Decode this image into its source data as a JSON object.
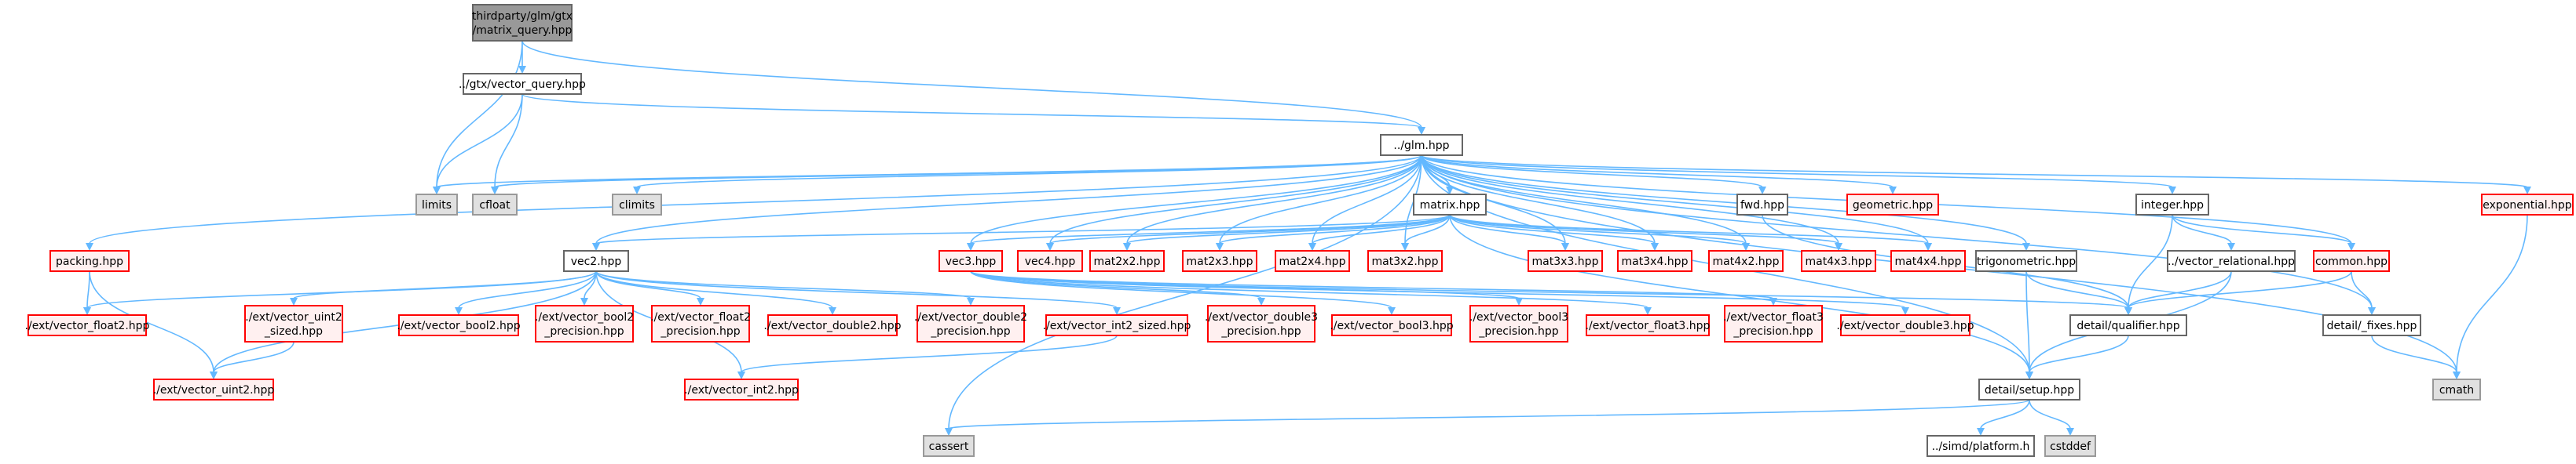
{
  "colors": {
    "edge": "#63b8ff",
    "root_fill": "#999999",
    "root_stroke": "#666666",
    "normal_fill": "#ffffff",
    "normal_stroke": "#666666",
    "system_fill": "#e0e0e0",
    "system_stroke": "#999999",
    "truncated_fill": "#fff0f0",
    "truncated_stroke": "#ff0000"
  },
  "nodes": [
    {
      "id": "root",
      "lines": [
        "thirdparty/glm/gtx",
        "/matrix_query.hpp"
      ],
      "style": "root"
    },
    {
      "id": "vector_query",
      "lines": [
        "../gtx/vector_query.hpp"
      ],
      "style": "normal"
    },
    {
      "id": "glm",
      "lines": [
        "../glm.hpp"
      ],
      "style": "normal"
    },
    {
      "id": "limits",
      "lines": [
        "limits"
      ],
      "style": "system"
    },
    {
      "id": "cfloat",
      "lines": [
        "cfloat"
      ],
      "style": "system"
    },
    {
      "id": "climits",
      "lines": [
        "climits"
      ],
      "style": "system"
    },
    {
      "id": "fwd",
      "lines": [
        "fwd.hpp"
      ],
      "style": "normal"
    },
    {
      "id": "geometric",
      "lines": [
        "geometric.hpp"
      ],
      "style": "truncated"
    },
    {
      "id": "integer",
      "lines": [
        "integer.hpp"
      ],
      "style": "normal"
    },
    {
      "id": "exponential",
      "lines": [
        "exponential.hpp"
      ],
      "style": "truncated"
    },
    {
      "id": "matrix",
      "lines": [
        "matrix.hpp"
      ],
      "style": "normal"
    },
    {
      "id": "packing",
      "lines": [
        "packing.hpp"
      ],
      "style": "truncated"
    },
    {
      "id": "vec2",
      "lines": [
        "vec2.hpp"
      ],
      "style": "normal"
    },
    {
      "id": "vec3",
      "lines": [
        "vec3.hpp"
      ],
      "style": "truncated"
    },
    {
      "id": "vec4",
      "lines": [
        "vec4.hpp"
      ],
      "style": "truncated"
    },
    {
      "id": "mat2x2",
      "lines": [
        "mat2x2.hpp"
      ],
      "style": "truncated"
    },
    {
      "id": "mat2x3",
      "lines": [
        "mat2x3.hpp"
      ],
      "style": "truncated"
    },
    {
      "id": "mat2x4",
      "lines": [
        "mat2x4.hpp"
      ],
      "style": "truncated"
    },
    {
      "id": "mat3x2",
      "lines": [
        "mat3x2.hpp"
      ],
      "style": "truncated"
    },
    {
      "id": "mat3x3",
      "lines": [
        "mat3x3.hpp"
      ],
      "style": "truncated"
    },
    {
      "id": "mat3x4",
      "lines": [
        "mat3x4.hpp"
      ],
      "style": "truncated"
    },
    {
      "id": "mat4x2",
      "lines": [
        "mat4x2.hpp"
      ],
      "style": "truncated"
    },
    {
      "id": "mat4x3",
      "lines": [
        "mat4x3.hpp"
      ],
      "style": "truncated"
    },
    {
      "id": "mat4x4",
      "lines": [
        "mat4x4.hpp"
      ],
      "style": "truncated"
    },
    {
      "id": "trigonometric",
      "lines": [
        "trigonometric.hpp"
      ],
      "style": "normal"
    },
    {
      "id": "vector_relational",
      "lines": [
        "../vector_relational.hpp"
      ],
      "style": "normal"
    },
    {
      "id": "common",
      "lines": [
        "common.hpp"
      ],
      "style": "truncated"
    },
    {
      "id": "ext_vector_float2",
      "lines": [
        "./ext/vector_float2.hpp"
      ],
      "style": "truncated"
    },
    {
      "id": "ext_vector_uint2_sized",
      "lines": [
        "./ext/vector_uint2",
        "_sized.hpp"
      ],
      "style": "truncated"
    },
    {
      "id": "ext_vector_bool2",
      "lines": [
        "./ext/vector_bool2.hpp"
      ],
      "style": "truncated"
    },
    {
      "id": "ext_vector_bool2_precision",
      "lines": [
        "./ext/vector_bool2",
        "_precision.hpp"
      ],
      "style": "truncated"
    },
    {
      "id": "ext_vector_float2_precision",
      "lines": [
        "./ext/vector_float2",
        "_precision.hpp"
      ],
      "style": "truncated"
    },
    {
      "id": "ext_vector_double2",
      "lines": [
        "./ext/vector_double2.hpp"
      ],
      "style": "truncated"
    },
    {
      "id": "ext_vector_double2_precision",
      "lines": [
        "./ext/vector_double2",
        "_precision.hpp"
      ],
      "style": "truncated"
    },
    {
      "id": "ext_vector_int2_sized",
      "lines": [
        "./ext/vector_int2_sized.hpp"
      ],
      "style": "truncated"
    },
    {
      "id": "ext_vector_double3_precision",
      "lines": [
        "./ext/vector_double3",
        "_precision.hpp"
      ],
      "style": "truncated"
    },
    {
      "id": "ext_vector_bool3",
      "lines": [
        "./ext/vector_bool3.hpp"
      ],
      "style": "truncated"
    },
    {
      "id": "ext_vector_bool3_precision",
      "lines": [
        "./ext/vector_bool3",
        "_precision.hpp"
      ],
      "style": "truncated"
    },
    {
      "id": "ext_vector_float3",
      "lines": [
        "./ext/vector_float3.hpp"
      ],
      "style": "truncated"
    },
    {
      "id": "ext_vector_float3_precision",
      "lines": [
        "./ext/vector_float3",
        "_precision.hpp"
      ],
      "style": "truncated"
    },
    {
      "id": "ext_vector_double3",
      "lines": [
        "./ext/vector_double3.hpp"
      ],
      "style": "truncated"
    },
    {
      "id": "detail_qualifier",
      "lines": [
        "detail/qualifier.hpp"
      ],
      "style": "normal"
    },
    {
      "id": "detail_type",
      "lines": [
        "detail/_fixes.hpp"
      ],
      "style": "normal"
    },
    {
      "id": "cmath",
      "lines": [
        "cmath"
      ],
      "style": "system"
    },
    {
      "id": "ext_vector_uint2",
      "lines": [
        "./ext/vector_uint2.hpp"
      ],
      "style": "truncated"
    },
    {
      "id": "ext_vector_int2",
      "lines": [
        "./ext/vector_int2.hpp"
      ],
      "style": "truncated"
    },
    {
      "id": "detail_setup",
      "lines": [
        "detail/setup.hpp"
      ],
      "style": "normal"
    },
    {
      "id": "cassert",
      "lines": [
        "cassert"
      ],
      "style": "system"
    },
    {
      "id": "simd_platform",
      "lines": [
        "../simd/platform.h"
      ],
      "style": "normal"
    },
    {
      "id": "cstddef",
      "lines": [
        "cstddef"
      ],
      "style": "system"
    }
  ],
  "edges": [
    [
      "root",
      "vector_query"
    ],
    [
      "root",
      "glm"
    ],
    [
      "root",
      "limits"
    ],
    [
      "vector_query",
      "glm"
    ],
    [
      "vector_query",
      "limits"
    ],
    [
      "vector_query",
      "cfloat"
    ],
    [
      "glm",
      "limits"
    ],
    [
      "glm",
      "cfloat"
    ],
    [
      "glm",
      "climits"
    ],
    [
      "glm",
      "fwd"
    ],
    [
      "glm",
      "geometric"
    ],
    [
      "glm",
      "integer"
    ],
    [
      "glm",
      "exponential"
    ],
    [
      "glm",
      "matrix"
    ],
    [
      "glm",
      "packing"
    ],
    [
      "glm",
      "vec2"
    ],
    [
      "glm",
      "vec3"
    ],
    [
      "glm",
      "vec4"
    ],
    [
      "glm",
      "mat2x2"
    ],
    [
      "glm",
      "mat2x3"
    ],
    [
      "glm",
      "mat2x4"
    ],
    [
      "glm",
      "mat3x2"
    ],
    [
      "glm",
      "mat3x3"
    ],
    [
      "glm",
      "mat3x4"
    ],
    [
      "glm",
      "mat4x2"
    ],
    [
      "glm",
      "mat4x3"
    ],
    [
      "glm",
      "mat4x4"
    ],
    [
      "glm",
      "trigonometric"
    ],
    [
      "glm",
      "common"
    ],
    [
      "glm",
      "detail_type"
    ],
    [
      "glm",
      "cmath"
    ],
    [
      "glm",
      "cassert"
    ],
    [
      "glm",
      "detail_setup"
    ],
    [
      "fwd",
      "detail_qualifier"
    ],
    [
      "integer",
      "detail_qualifier"
    ],
    [
      "integer",
      "common"
    ],
    [
      "integer",
      "vector_relational"
    ],
    [
      "exponential",
      "cmath"
    ],
    [
      "matrix",
      "vec2"
    ],
    [
      "matrix",
      "vec3"
    ],
    [
      "matrix",
      "vec4"
    ],
    [
      "matrix",
      "mat2x2"
    ],
    [
      "matrix",
      "mat2x3"
    ],
    [
      "matrix",
      "mat2x4"
    ],
    [
      "matrix",
      "mat3x2"
    ],
    [
      "matrix",
      "mat3x3"
    ],
    [
      "matrix",
      "mat3x4"
    ],
    [
      "matrix",
      "mat4x2"
    ],
    [
      "matrix",
      "mat4x3"
    ],
    [
      "matrix",
      "mat4x4"
    ],
    [
      "matrix",
      "detail_setup"
    ],
    [
      "packing",
      "ext_vector_float2"
    ],
    [
      "packing",
      "ext_vector_uint2"
    ],
    [
      "vec2",
      "ext_vector_float2"
    ],
    [
      "vec2",
      "ext_vector_uint2_sized"
    ],
    [
      "vec2",
      "ext_vector_bool2"
    ],
    [
      "vec2",
      "ext_vector_bool2_precision"
    ],
    [
      "vec2",
      "ext_vector_float2_precision"
    ],
    [
      "vec2",
      "ext_vector_double2"
    ],
    [
      "vec2",
      "ext_vector_double2_precision"
    ],
    [
      "vec2",
      "ext_vector_int2_sized"
    ],
    [
      "vec2",
      "ext_vector_uint2"
    ],
    [
      "vec2",
      "ext_vector_int2"
    ],
    [
      "ext_vector_uint2_sized",
      "ext_vector_uint2"
    ],
    [
      "ext_vector_int2_sized",
      "ext_vector_int2"
    ],
    [
      "vec3",
      "ext_vector_double3_precision"
    ],
    [
      "vec3",
      "ext_vector_bool3"
    ],
    [
      "vec3",
      "ext_vector_bool3_precision"
    ],
    [
      "vec3",
      "ext_vector_float3"
    ],
    [
      "vec3",
      "ext_vector_float3_precision"
    ],
    [
      "vec3",
      "ext_vector_double3"
    ],
    [
      "vec3",
      "detail_qualifier"
    ],
    [
      "trigonometric",
      "detail_qualifier"
    ],
    [
      "trigonometric",
      "detail_setup"
    ],
    [
      "vector_relational",
      "detail_qualifier"
    ],
    [
      "vector_relational",
      "detail_setup"
    ],
    [
      "common",
      "detail_qualifier"
    ],
    [
      "common",
      "detail_type"
    ],
    [
      "detail_type",
      "cmath"
    ],
    [
      "detail_qualifier",
      "detail_setup"
    ],
    [
      "detail_setup",
      "cassert"
    ],
    [
      "detail_setup",
      "simd_platform"
    ],
    [
      "detail_setup",
      "cstddef"
    ]
  ]
}
